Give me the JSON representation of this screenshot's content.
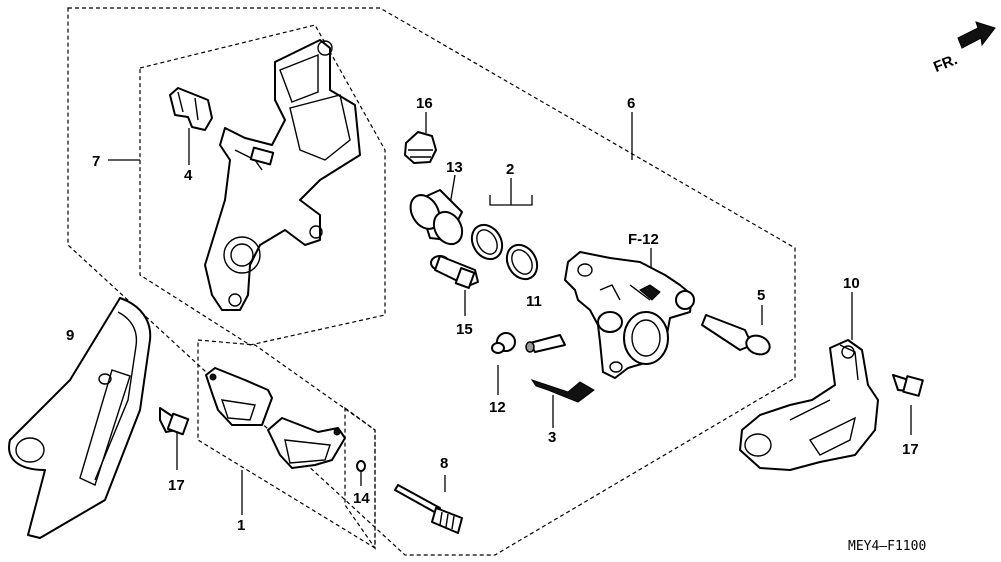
{
  "diagram": {
    "labels": {
      "p1": "1",
      "p2": "2",
      "p3": "3",
      "p4": "4",
      "p5": "5",
      "p6": "6",
      "p7": "7",
      "p8": "8",
      "p9": "9",
      "p10": "10",
      "p11": "11",
      "p12": "12",
      "p13": "13",
      "p14": "14",
      "p15": "15",
      "p16": "16",
      "p17a": "17",
      "p17b": "17"
    },
    "ref": "F-12",
    "direction": "FR.",
    "code": "MEY4–F1100"
  }
}
